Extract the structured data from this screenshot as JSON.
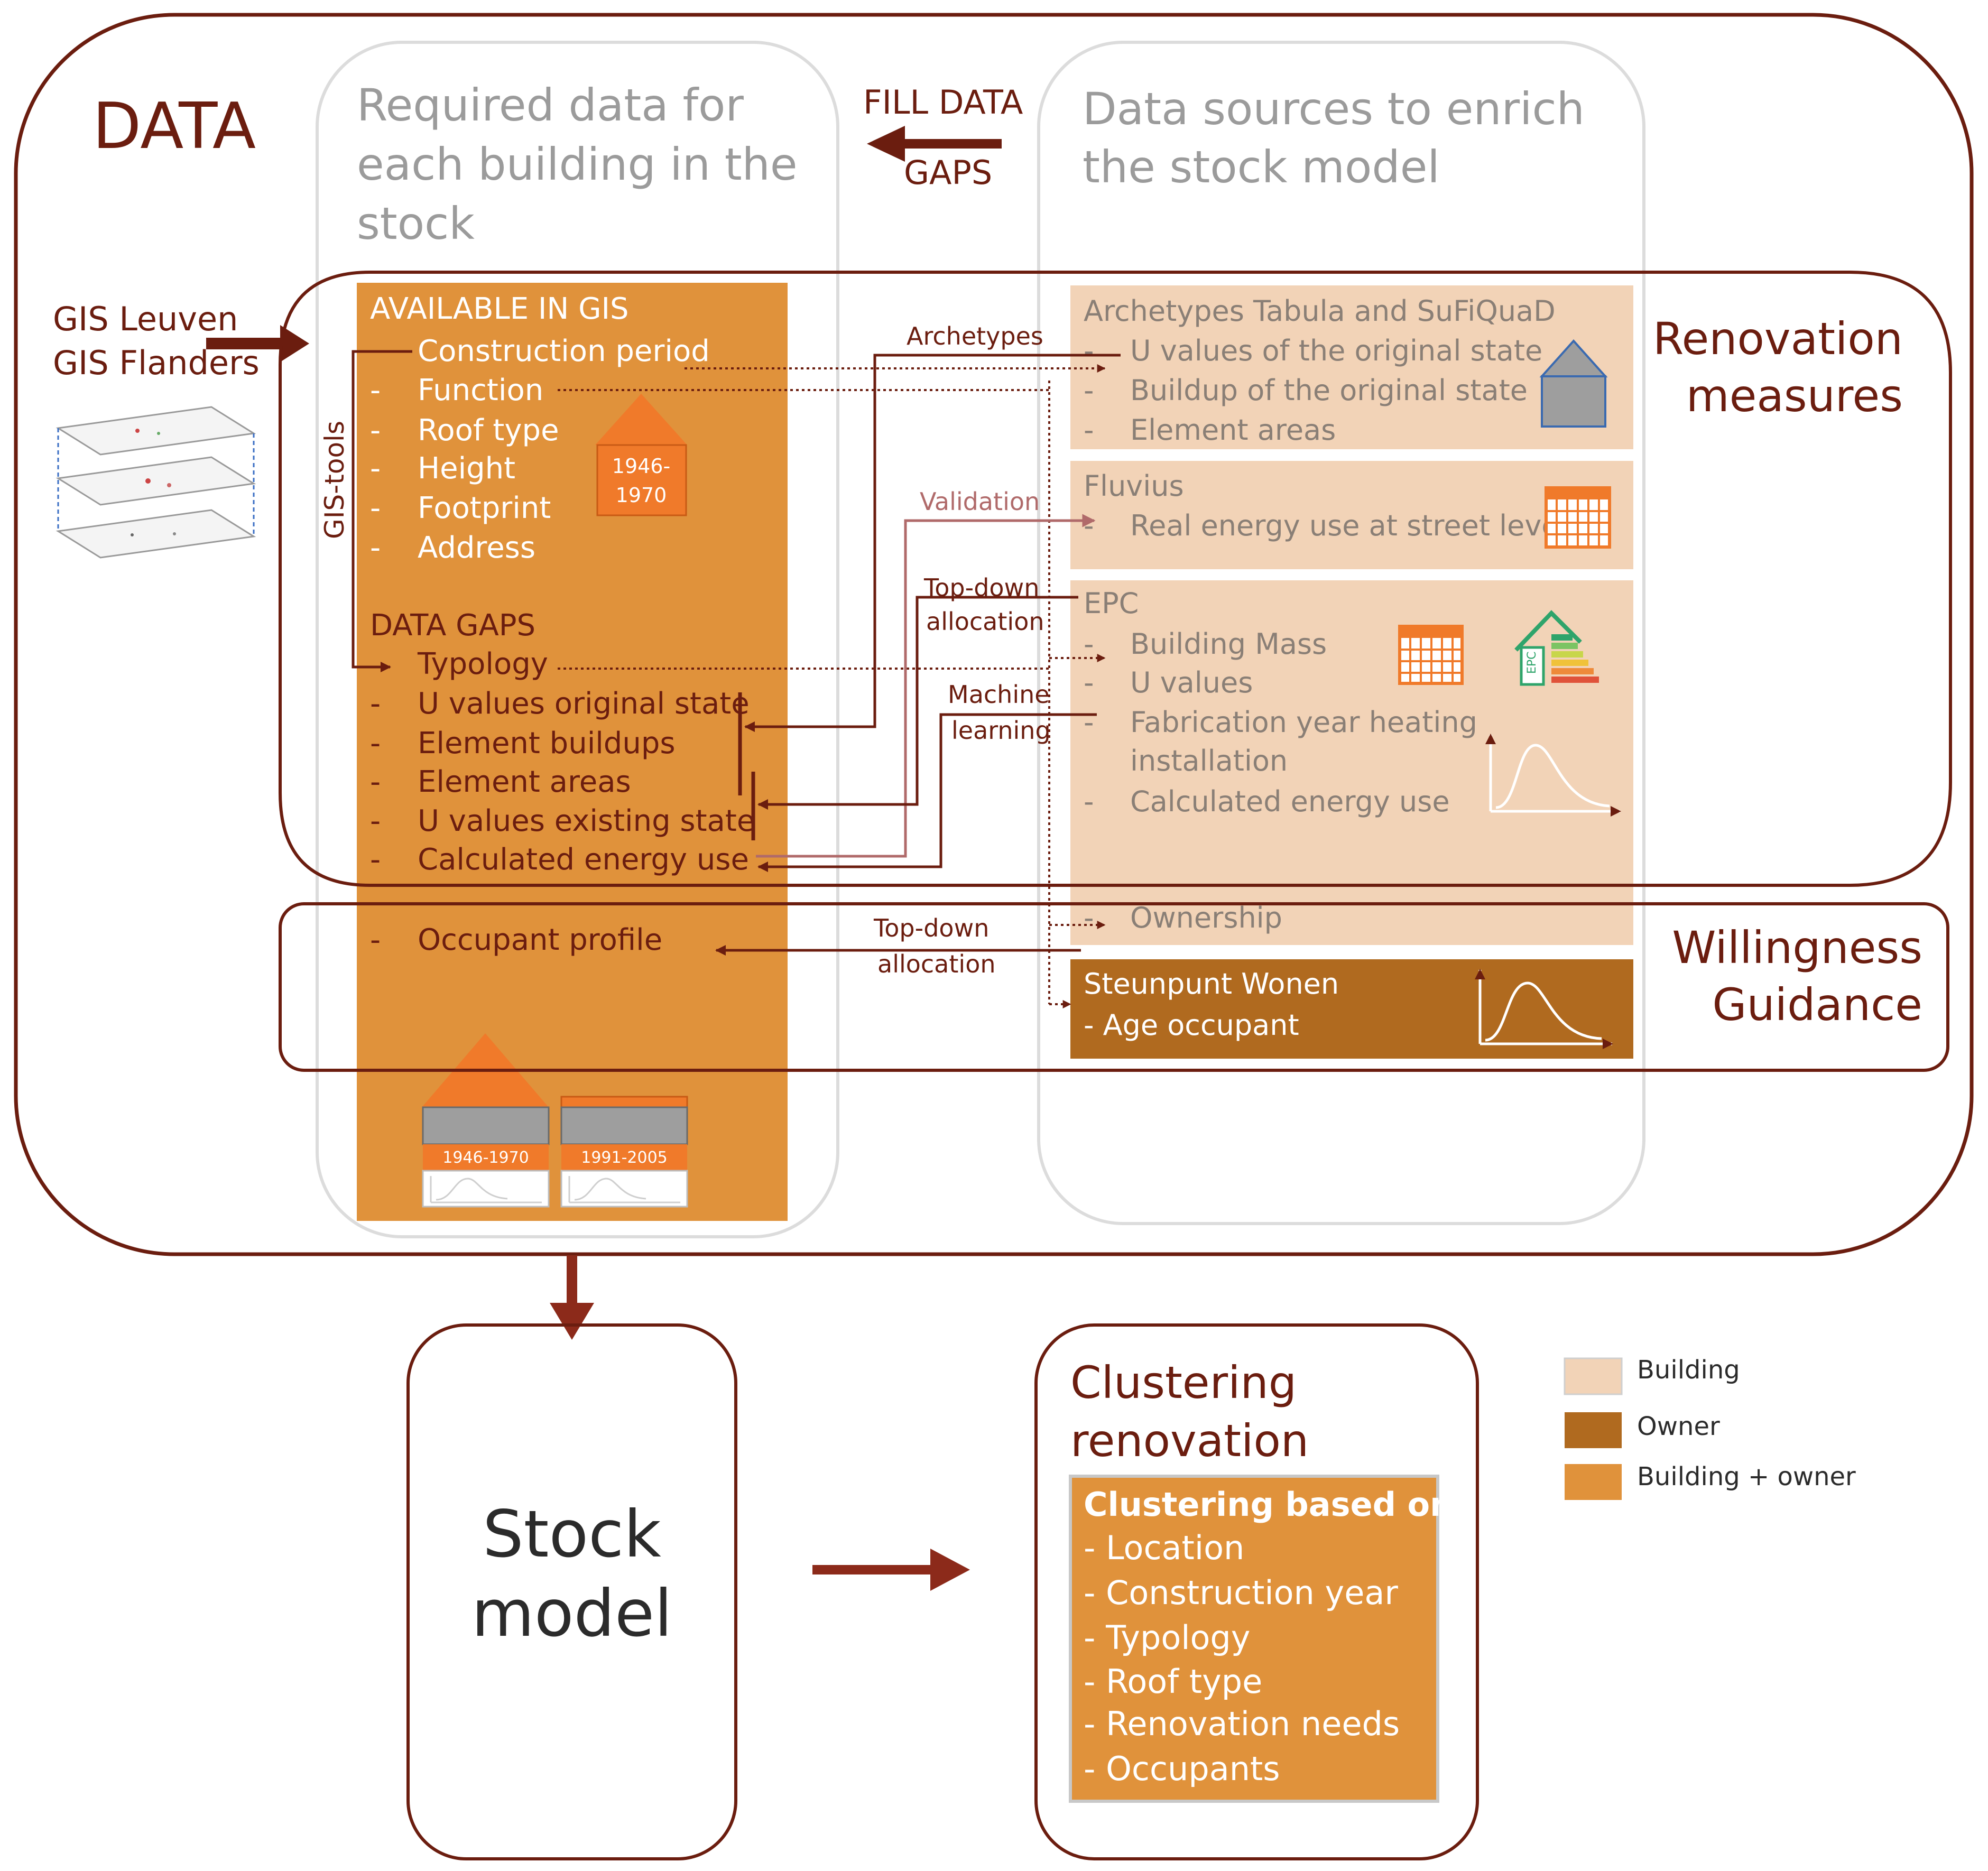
{
  "colors": {
    "dark_red": "#6b1d0f",
    "arrow_red": "#8c2a1a",
    "orange": "#e0923b",
    "light_peach": "#f2d3b7",
    "owner_brown": "#b06a1f",
    "grey_panel_border": "#dcdcdc",
    "validation_pink": "#b06a6a",
    "roof_orange": "#f07a2a"
  },
  "titles": {
    "data": "DATA",
    "required_l1": "Required data for",
    "required_l2": "each building in the",
    "required_l3": "stock",
    "sources_l1": "Data sources to enrich",
    "sources_l2": "the stock model",
    "fill_l1": "FILL DATA",
    "fill_l2": "GAPS"
  },
  "gis_inputs": {
    "line1": "GIS Leuven",
    "line2": "GIS Flanders",
    "gis_tools": "GIS-tools"
  },
  "available": {
    "heading": "AVAILABLE IN GIS",
    "items": [
      "Construction period",
      "Function",
      "Roof type",
      "Height",
      "Footprint",
      "Address"
    ],
    "house_label_l1": "1946-",
    "house_label_l2": "1970"
  },
  "data_gaps": {
    "heading": "DATA GAPS",
    "items": [
      "Typology",
      "U values original state",
      "Element buildups",
      "Element areas",
      "U values existing state",
      "Calculated energy use"
    ],
    "occupant": "Occupant profile"
  },
  "bottom_buildings": {
    "label1": "1946-1970",
    "label2": "1991-2005"
  },
  "connectors": {
    "archetypes": "Archetypes",
    "validation": "Validation",
    "topdown_l1": "Top-down",
    "topdown_l2": "allocation",
    "ml_l1": "Machine",
    "ml_l2": "learning",
    "topdown2_l1": "Top-down",
    "topdown2_l2": "allocation"
  },
  "sources": {
    "archetypes": {
      "heading": "Archetypes Tabula and SuFiQuaD",
      "items": [
        "U values of the original state",
        "Buildup of the original state",
        "Element areas"
      ]
    },
    "fluvius": {
      "heading": "Fluvius",
      "items": [
        "Real energy use at street level"
      ]
    },
    "epc": {
      "heading": "EPC",
      "items": [
        "Building Mass",
        "U values",
        "Fabrication year heating",
        "installation",
        "Calculated energy use"
      ],
      "badge": "EPC"
    },
    "ownership": "Ownership",
    "steunpunt": {
      "heading": "Steunpunt Wonen",
      "item": "- Age occupant"
    }
  },
  "regions": {
    "renovation_l1": "Renovation",
    "renovation_l2": "measures",
    "willingness_l1": "Willingness",
    "willingness_l2": "Guidance"
  },
  "stock_model": {
    "l1": "Stock",
    "l2": "model"
  },
  "clustering": {
    "title_l1": "Clustering",
    "title_l2": "renovation",
    "heading": "Clustering based on:",
    "items": [
      "- Location",
      "- Construction year",
      "- Typology",
      "- Roof type",
      "- Renovation needs",
      "- Occupants"
    ]
  },
  "legend": {
    "items": [
      {
        "label": "Building",
        "color": "#f2d3b7"
      },
      {
        "label": "Owner",
        "color": "#b06a1f"
      },
      {
        "label": "Building + owner",
        "color": "#e0923b"
      }
    ]
  }
}
